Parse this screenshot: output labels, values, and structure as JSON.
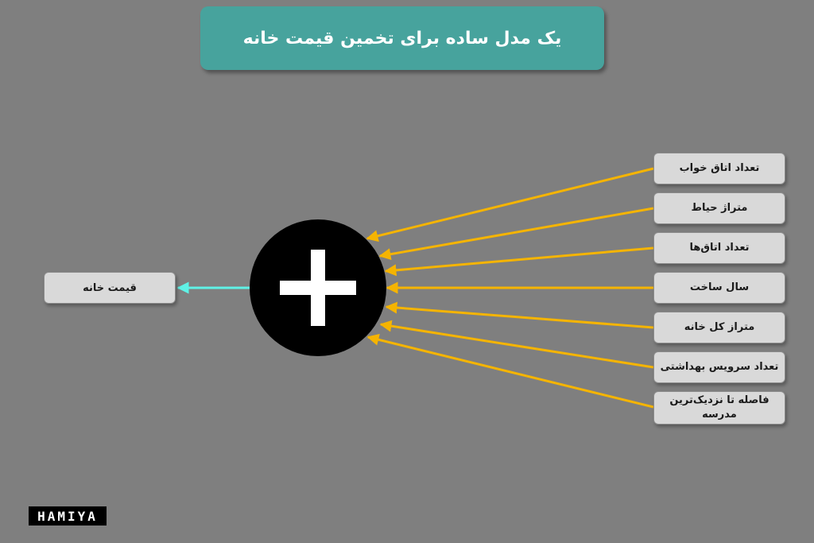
{
  "title": "یک مدل ساده برای تخمین قیمت خانه",
  "inputs": [
    "تعداد اتاق خواب",
    "متراژ حیاط",
    "تعداد اتاق‌ها",
    "سال ساخت",
    "متراز کل خانه",
    "تعداد سرویس بهداشتی",
    "فاصله تا نزدیک‌ترین مدرسه"
  ],
  "output": "قیمت خانه",
  "operator_symbol": "+",
  "logo": "HAMIYA",
  "colors": {
    "background": "#7f7f7f",
    "title_fill": "#47a39d",
    "input_arrow": "#f5b400",
    "output_arrow": "#5ff2e6",
    "node_fill": "#000000"
  }
}
